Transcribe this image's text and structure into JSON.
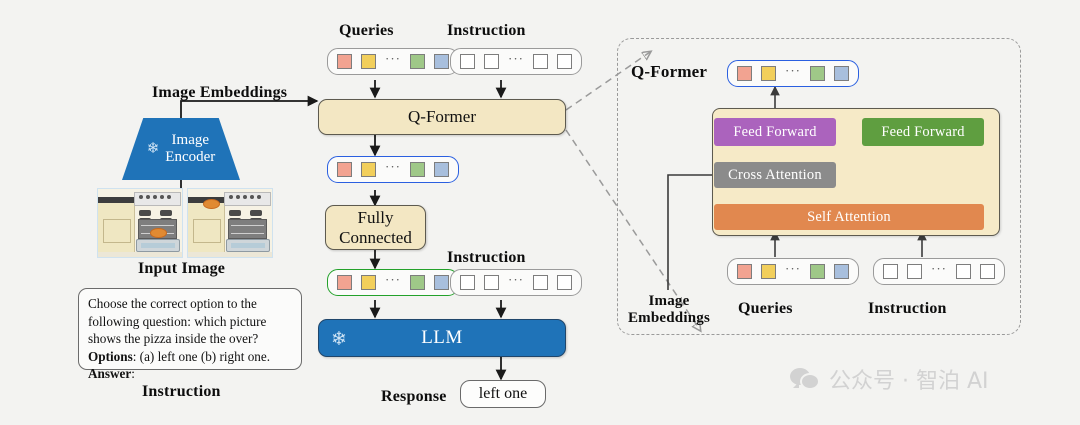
{
  "figure": {
    "title": "InstructBLIP-style Q-Former architecture diagram",
    "background_color": "#f3f3f1"
  },
  "left_column": {
    "image_embeddings_label": "Image Embeddings",
    "encoder": {
      "line1": "Image",
      "line2": "Encoder",
      "frozen_icon": "snowflake-icon",
      "color": "#1f73b8"
    },
    "input_image_label": "Input Image",
    "thumbnails": [
      {
        "alt": "kitchen-with-pizza-inside-oven"
      },
      {
        "alt": "kitchen-with-pizza-on-stovetop"
      }
    ],
    "instruction_card": {
      "line1": "Choose the correct option to the",
      "line2": "following question: which picture",
      "line3": "shows the pizza inside the over?",
      "options_label": "Options",
      "options_text": ": (a) left one (b) right one.",
      "answer_label": "Answer",
      "answer_text": ":"
    },
    "instruction_label": "Instruction"
  },
  "middle_column": {
    "queries_label": "Queries",
    "instruction_label_top": "Instruction",
    "qformer_label": "Q-Former",
    "fully_connected_line1": "Fully",
    "fully_connected_line2": "Connected",
    "instruction_label_mid": "Instruction",
    "llm_label": "LLM",
    "llm_frozen_icon": "snowflake-icon",
    "response_label": "Response",
    "response_value": "left one"
  },
  "right_panel": {
    "title": "Q-Former",
    "blocks": {
      "feed_forward_left": "Feed Forward",
      "feed_forward_right": "Feed Forward",
      "cross_attention": "Cross Attention",
      "self_attention": "Self Attention"
    },
    "inputs": {
      "image_embeddings_line1": "Image",
      "image_embeddings_line2": "Embeddings",
      "queries_label": "Queries",
      "instruction_label": "Instruction"
    }
  },
  "tokens": {
    "colored": [
      "#f2a391",
      "#f2cf5b",
      "#9fc888",
      "#a8bfdd"
    ],
    "ellipsis": "···",
    "empty_count": 4
  },
  "palette": {
    "qformer_fill": "#f3e7c3",
    "llm_fill": "#1f73b8",
    "feed_forward_purple": "#ab63bd",
    "feed_forward_green": "#5f9e40",
    "cross_attention_grey": "#8b8b8b",
    "self_attention_orange": "#e1884f",
    "outline_blue": "#2a5fe0",
    "outline_green": "#23a12a"
  },
  "watermark": {
    "icon": "wechat-icon",
    "text": "公众号 · 智泊 AI"
  }
}
